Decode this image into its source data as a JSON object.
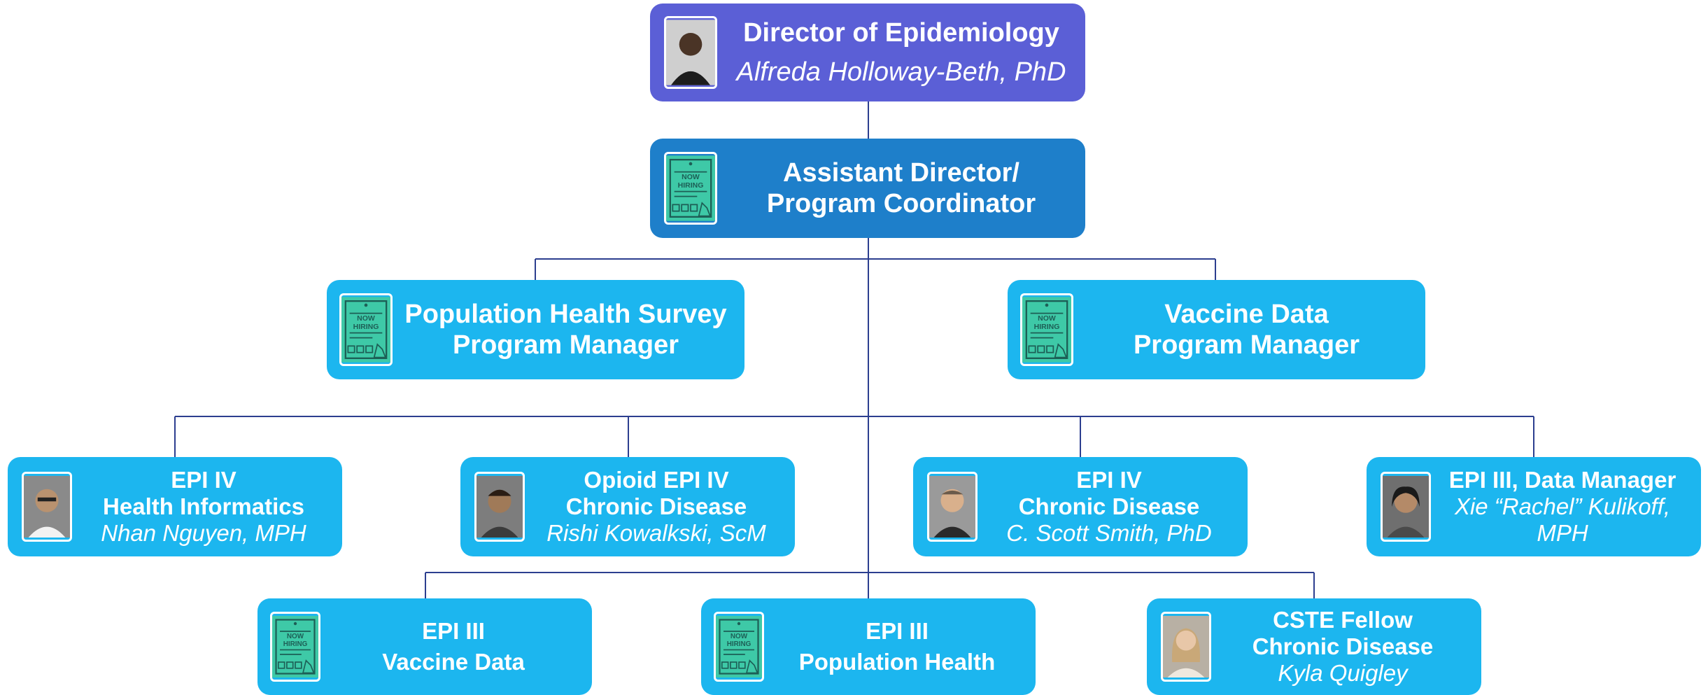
{
  "colors": {
    "director": "#5b5fd6",
    "assistant": "#1e7fca",
    "box": "#1cb6ef",
    "line": "#2c3e8f",
    "hiring_badge": "#3ec9a7"
  },
  "icons": {
    "hiring": "now-hiring-sign-icon",
    "photo": "person-photo"
  },
  "badge_text": {
    "line1": "NOW",
    "line2": "HIRING"
  },
  "director": {
    "title": "Director of Epidemiology",
    "name": "Alfreda Holloway-Beth, PhD"
  },
  "assistant": {
    "title1": "Assistant Director/",
    "title2": "Program Coordinator"
  },
  "managers": [
    {
      "title1": "Population Health Survey",
      "title2": "Program Manager"
    },
    {
      "title1": "Vaccine Data",
      "title2": "Program Manager"
    }
  ],
  "epi_row": [
    {
      "title1": "EPI IV",
      "title2": "Health Informatics",
      "name": "Nhan Nguyen, MPH"
    },
    {
      "title1": "Opioid EPI IV",
      "title2": "Chronic Disease",
      "name": "Rishi Kowalkski, ScM"
    },
    {
      "title1": "EPI IV",
      "title2": "Chronic Disease",
      "name": "C. Scott Smith, PhD"
    },
    {
      "title1": "EPI III, Data Manager",
      "name1": "Xie “Rachel” Kulikoff,",
      "name2": "MPH"
    }
  ],
  "bottom_row": [
    {
      "title1": "EPI III",
      "title2": "Vaccine Data"
    },
    {
      "title1": "EPI III",
      "title2": "Population Health"
    },
    {
      "title1": "CSTE Fellow",
      "title2": "Chronic Disease",
      "name": "Kyla Quigley"
    }
  ]
}
